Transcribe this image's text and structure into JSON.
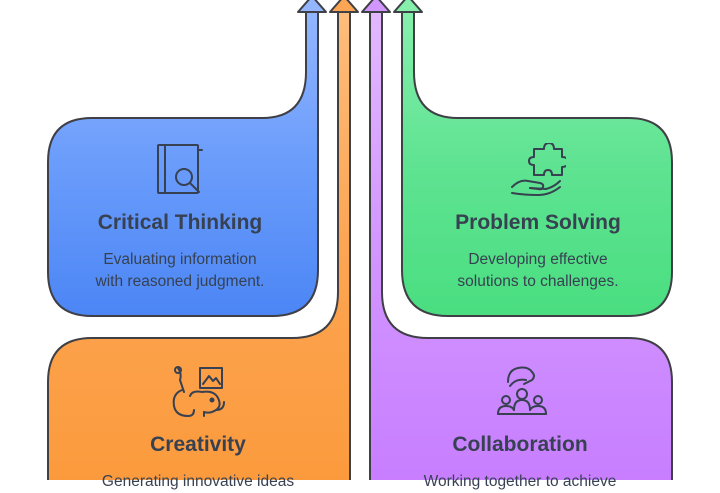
{
  "cards": [
    {
      "id": "critical-thinking",
      "title": "Critical Thinking",
      "desc_line1": "Evaluating information",
      "desc_line2": "with reasoned judgment.",
      "color": "#4f8cf7",
      "icon": "book-magnifier-icon"
    },
    {
      "id": "problem-solving",
      "title": "Problem Solving",
      "desc_line1": "Developing effective",
      "desc_line2": "solutions to challenges.",
      "color": "#4ade80",
      "icon": "puzzle-hand-icon"
    },
    {
      "id": "creativity",
      "title": "Creativity",
      "desc_line1": "Generating innovative ideas",
      "desc_line2": "",
      "color": "#fb9a3c",
      "icon": "palette-elephant-icon"
    },
    {
      "id": "collaboration",
      "title": "Collaboration",
      "desc_line1": "Working together to achieve",
      "desc_line2": "",
      "color": "#c77dff",
      "icon": "team-hand-icon"
    }
  ]
}
